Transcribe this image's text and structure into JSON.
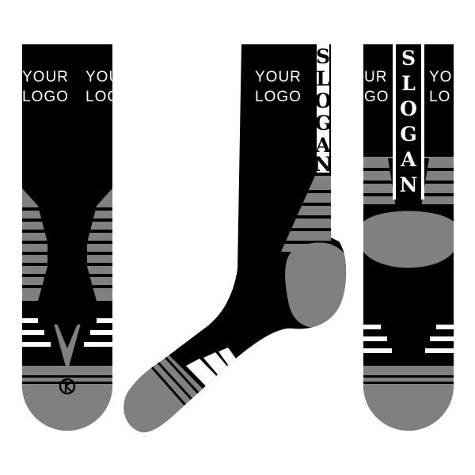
{
  "colors": {
    "sock_body": "#000000",
    "accent_gray": "#808080",
    "stripe_white": "#ffffff",
    "background": "#ffffff"
  },
  "socks": [
    {
      "view": "front",
      "logo_left": [
        "YOUR",
        "LOGO"
      ],
      "logo_right": [
        "YOUR",
        "LOGO"
      ],
      "brand_mark": "brand-monogram-icon"
    },
    {
      "view": "side",
      "logo": [
        "YOUR",
        "LOGO"
      ],
      "slogan": [
        "S",
        "L",
        "O",
        "G",
        "A",
        "N"
      ]
    },
    {
      "view": "back",
      "logo_left": [
        "UR",
        "GO"
      ],
      "logo_right": [
        "YO",
        "LO"
      ],
      "slogan": [
        "S",
        "L",
        "O",
        "G",
        "A",
        "N"
      ]
    }
  ]
}
